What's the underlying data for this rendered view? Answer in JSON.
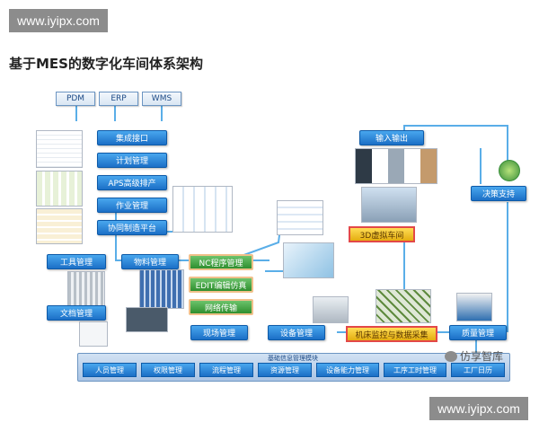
{
  "watermark": {
    "text": "www.iyipx.com"
  },
  "title": "基于MES的数字化车间体系架构",
  "top_systems": [
    "PDM",
    "ERP",
    "WMS"
  ],
  "left_stack": [
    "集成接口",
    "计划管理",
    "APS高级排产",
    "作业管理",
    "协同制造平台"
  ],
  "mid": {
    "tools": "工具管理",
    "materials": "物料管理",
    "documents": "文档管理"
  },
  "green_boxes": [
    "NC程序管理",
    "EDIT编辑仿真",
    "网络传输"
  ],
  "right": {
    "input_output": "输入输出",
    "decision": "决策支持",
    "virtual_3d": "3D虚拟车间"
  },
  "flow": {
    "site": "现场管理",
    "equipment": "设备管理",
    "monitor": "机床监控与数据采集",
    "quality": "质量管理"
  },
  "base": {
    "title": "基础信息管理模块",
    "modules": [
      "人员管理",
      "权限管理",
      "流程管理",
      "资源管理",
      "设备能力管理",
      "工序工时管理",
      "工厂日历"
    ]
  },
  "logo": {
    "text": "仿享智库"
  },
  "colors": {
    "blue": "#1b6fc6",
    "green": "#2f8f2f",
    "yellow": "#f0c020",
    "red": "#e34848",
    "line": "#5aaee8"
  }
}
